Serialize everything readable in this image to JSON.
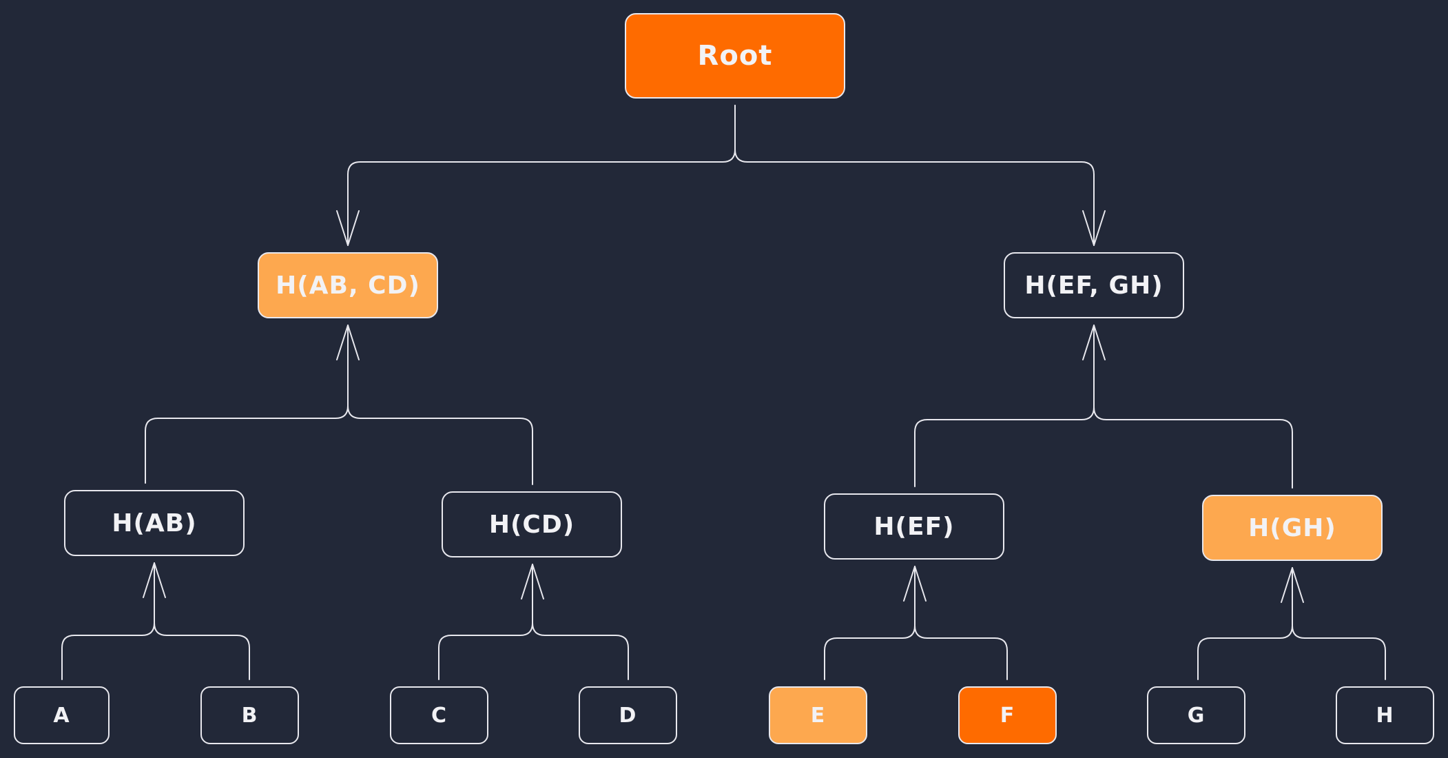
{
  "diagram": {
    "root": {
      "label": "Root",
      "style": "strong"
    },
    "level1": [
      {
        "label": "H(AB, CD)",
        "style": "light"
      },
      {
        "label": "H(EF, GH)",
        "style": "dark"
      }
    ],
    "level2": [
      {
        "label": "H(AB)",
        "style": "dark"
      },
      {
        "label": "H(CD)",
        "style": "dark"
      },
      {
        "label": "H(EF)",
        "style": "dark"
      },
      {
        "label": "H(GH)",
        "style": "light"
      }
    ],
    "leaves": [
      {
        "label": "A",
        "style": "dark"
      },
      {
        "label": "B",
        "style": "dark"
      },
      {
        "label": "C",
        "style": "dark"
      },
      {
        "label": "D",
        "style": "dark"
      },
      {
        "label": "E",
        "style": "light"
      },
      {
        "label": "F",
        "style": "strong"
      },
      {
        "label": "G",
        "style": "dark"
      },
      {
        "label": "H",
        "style": "dark"
      }
    ]
  },
  "colors": {
    "background": "#222838",
    "line": "#e8e8ee",
    "highlight_light": "#fda84f",
    "highlight_strong": "#fe6b00",
    "text": "#f2f2f5"
  }
}
